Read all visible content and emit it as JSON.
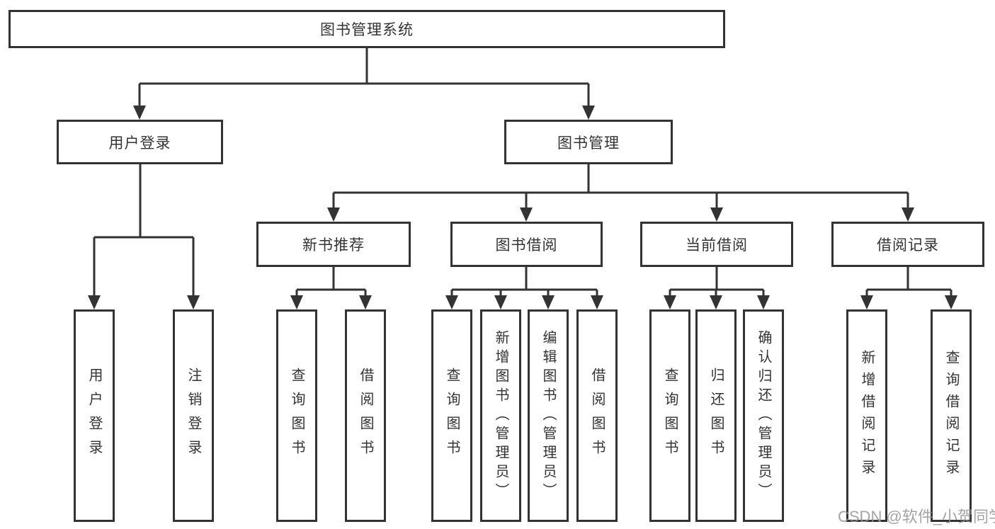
{
  "colors": {
    "line": "#333333",
    "text": "#333333",
    "background": "#ffffff",
    "watermark": "#949498"
  },
  "diagram": {
    "type": "hierarchy-tree",
    "root": "图书管理系统",
    "level2": [
      {
        "label": "用户登录"
      },
      {
        "label": "图书管理"
      }
    ],
    "level3": [
      {
        "label": "新书推荐",
        "parent": "图书管理"
      },
      {
        "label": "图书借阅",
        "parent": "图书管理"
      },
      {
        "label": "当前借阅",
        "parent": "图书管理"
      },
      {
        "label": "借阅记录",
        "parent": "图书管理"
      }
    ],
    "leaves": {
      "user_login": [
        "用户登录",
        "注销登录"
      ],
      "new_book_rec": [
        "查询图书",
        "借阅图书"
      ],
      "book_borrow": [
        "查询图书",
        "新增图书（管理员）",
        "编辑图书（管理员）",
        "借阅图书"
      ],
      "current_borrow": [
        "查询图书",
        "归还图书",
        "确认归还（管理员）"
      ],
      "borrow_records": [
        "新增借阅记录",
        "查询借阅记录"
      ]
    }
  },
  "watermark": "CSDN @软件_小贺同学"
}
